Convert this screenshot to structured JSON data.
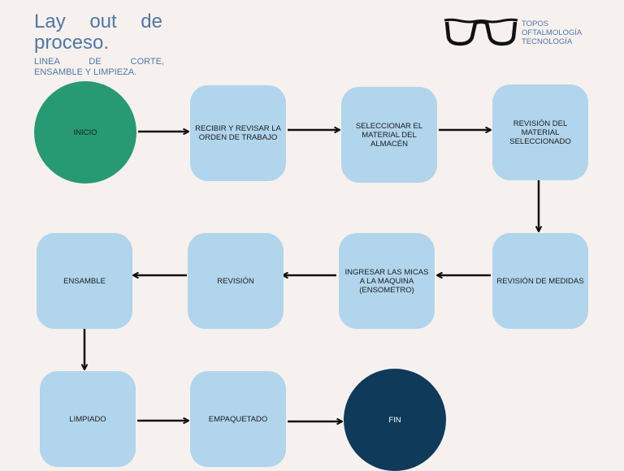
{
  "header": {
    "title_line1": "Lay out de",
    "title_line2": "proceso.",
    "subtitle_line1": "LINEA DE CORTE,",
    "subtitle_line2": "ENSAMBLE Y LIMPIEZA."
  },
  "logo": {
    "icon": "glasses-icon",
    "line1": "TOPOS",
    "line2": "OFTALMOLOGÍA",
    "line3": "TECNOLOGÍA"
  },
  "nodes": {
    "inicio": "INICIO",
    "recibir": "RECIBIR Y REVISAR LA ORDEN DE TRABAJO",
    "seleccionar": "SELECCIONAR EL MATERIAL DEL ALMACÉN",
    "revision_material": "REVISIÓN DEL MATERIAL SELECCIONADO",
    "revision_medidas": "REVISIÓN DE MEDIDAS",
    "ingresar": "INGRESAR LAS MICAS A LA MAQUINA (ENSOMETRO)",
    "revision": "REVISIÓN",
    "ensamble": "ENSAMBLE",
    "limpiado": "LIMPIADO",
    "empaquetado": "EMPAQUETADO",
    "fin": "FIN"
  },
  "colors": {
    "background": "#f6f1ee",
    "accent_text": "#4f77a6",
    "box": "#b0d5ec",
    "start": "#279a74",
    "end": "#0f3a5a"
  }
}
